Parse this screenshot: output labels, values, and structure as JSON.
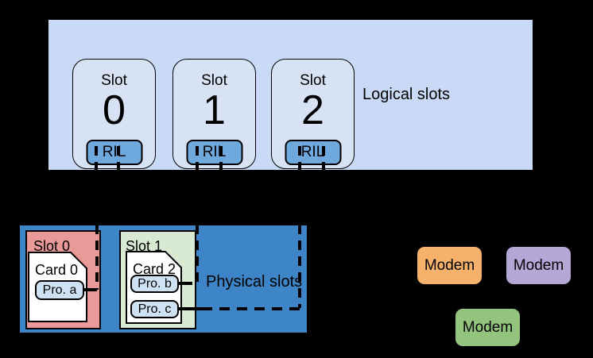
{
  "logical": {
    "section_label": "Logical slots",
    "slots": [
      {
        "title": "Slot",
        "number": "0",
        "ril_label": "RIL"
      },
      {
        "title": "Slot",
        "number": "1",
        "ril_label": "RIL"
      },
      {
        "title": "Slot",
        "number": "2",
        "ril_label": "RIL"
      }
    ]
  },
  "physical": {
    "section_label": "Physical slots",
    "slots": [
      {
        "name": "Slot 0",
        "card": {
          "name": "Card 0",
          "profiles": [
            "Pro. a"
          ]
        }
      },
      {
        "name": "Slot 1",
        "card": {
          "name": "Card 2",
          "profiles": [
            "Pro. b",
            "Pro. c"
          ]
        }
      }
    ]
  },
  "modems": [
    {
      "label": "Modem",
      "color": "#f6b26b"
    },
    {
      "label": "Modem",
      "color": "#b4a7d6"
    },
    {
      "label": "Modem",
      "color": "#93c47d"
    }
  ],
  "colors": {
    "background": "#000000",
    "logical_container": "#c9daf8",
    "logical_slot": "#d7e3f4",
    "ril": "#6fa8dc",
    "physical_container": "#3d85c6",
    "physical_slot_0": "#ea9999",
    "physical_slot_1": "#d9ead3",
    "card": "#ffffff",
    "profile": "#cfe2f3",
    "connector": "#000000"
  }
}
